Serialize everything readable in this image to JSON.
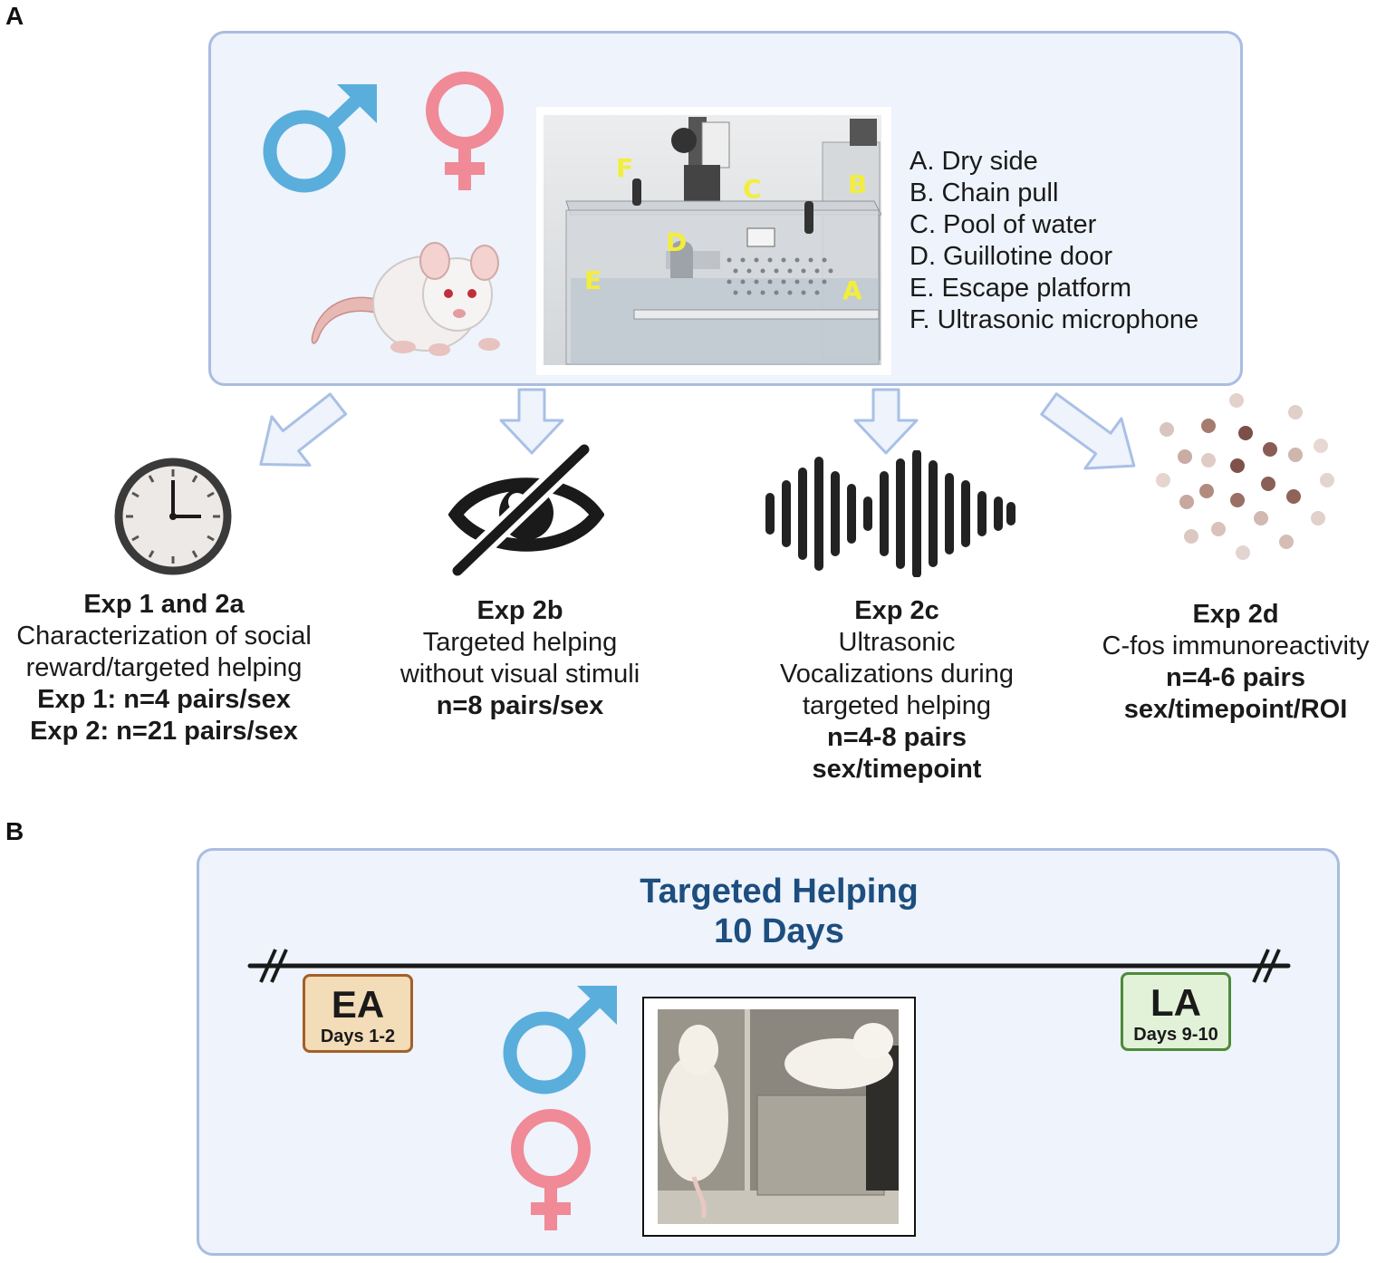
{
  "panels": {
    "a_label": "A",
    "b_label": "B"
  },
  "apparatus": {
    "labels": [
      "A",
      "B",
      "C",
      "D",
      "E",
      "F"
    ],
    "legend": [
      "A. Dry side",
      "B. Chain pull",
      "C. Pool of water",
      "D. Guillotine door",
      "E. Escape platform",
      "F. Ultrasonic microphone"
    ]
  },
  "icons": [
    "male-symbol-icon",
    "female-symbol-icon",
    "rat-illustration",
    "clock-icon",
    "eye-slash-icon",
    "sound-wave-icon",
    "cfos-dots-icon",
    "down-arrow-icon"
  ],
  "colors": {
    "male": "#5aaedb",
    "female": "#ef8a96",
    "panel_bg": "#eef3fc",
    "panel_border": "#a9bde0",
    "arrow": "#a9c0e6",
    "title_blue": "#1d4e7e",
    "ea_bg": "#f3dcb8",
    "ea_border": "#a2602a",
    "la_bg": "#e2f2d8",
    "la_border": "#4e8a3a"
  },
  "experiments": [
    {
      "title": "Exp 1 and 2a",
      "desc": [
        "Characterization of social",
        "reward/targeted helping"
      ],
      "bold": [
        "Exp 1: n=4 pairs/sex",
        "Exp 2: n=21 pairs/sex"
      ]
    },
    {
      "title": "Exp 2b",
      "desc": [
        "Targeted helping",
        "without visual stimuli"
      ],
      "bold": [
        "n=8 pairs/sex"
      ]
    },
    {
      "title": "Exp 2c",
      "desc": [
        "Ultrasonic",
        "Vocalizations during",
        "targeted helping"
      ],
      "bold": [
        "n=4-8 pairs",
        "sex/timepoint"
      ]
    },
    {
      "title": "Exp 2d",
      "desc": [
        "C-fos immunoreactivity"
      ],
      "bold": [
        "n=4-6 pairs",
        "sex/timepoint/ROI"
      ]
    }
  ],
  "timeline": {
    "title_line1": "Targeted Helping",
    "title_line2": "10 Days",
    "ea": {
      "label": "EA",
      "days": "Days 1-2"
    },
    "la": {
      "label": "LA",
      "days": "Days 9-10"
    }
  }
}
